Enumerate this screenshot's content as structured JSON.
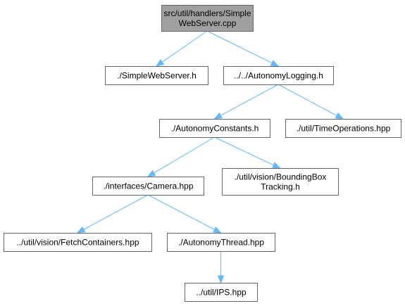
{
  "diagram": {
    "nodes": [
      {
        "id": "root",
        "lines": [
          "src/util/handlers/Simple",
          "WebServer.cpp"
        ],
        "highlight": true
      },
      {
        "id": "simplewebserver_h",
        "lines": [
          "./SimpleWebServer.h"
        ],
        "highlight": false
      },
      {
        "id": "autonomylogging_h",
        "lines": [
          "../../AutonomyLogging.h"
        ],
        "highlight": false
      },
      {
        "id": "autonomyconstants_h",
        "lines": [
          "./AutonomyConstants.h"
        ],
        "highlight": false
      },
      {
        "id": "timeoperations_hpp",
        "lines": [
          "./util/TimeOperations.hpp"
        ],
        "highlight": false
      },
      {
        "id": "camera_hpp",
        "lines": [
          "./interfaces/Camera.hpp"
        ],
        "highlight": false
      },
      {
        "id": "boundingboxtracking_h",
        "lines": [
          "./util/vision/BoundingBox",
          "Tracking.h"
        ],
        "highlight": false
      },
      {
        "id": "fetchcontainers_hpp",
        "lines": [
          "../util/vision/FetchContainers.hpp"
        ],
        "highlight": false
      },
      {
        "id": "autonomythread_hpp",
        "lines": [
          "./AutonomyThread.hpp"
        ],
        "highlight": false
      },
      {
        "id": "ips_hpp",
        "lines": [
          "../util/IPS.hpp"
        ],
        "highlight": false
      }
    ],
    "edges": [
      {
        "from": "root",
        "to": "simplewebserver_h"
      },
      {
        "from": "root",
        "to": "autonomylogging_h"
      },
      {
        "from": "autonomylogging_h",
        "to": "autonomyconstants_h"
      },
      {
        "from": "autonomylogging_h",
        "to": "timeoperations_hpp"
      },
      {
        "from": "autonomyconstants_h",
        "to": "camera_hpp"
      },
      {
        "from": "autonomyconstants_h",
        "to": "boundingboxtracking_h"
      },
      {
        "from": "camera_hpp",
        "to": "fetchcontainers_hpp"
      },
      {
        "from": "camera_hpp",
        "to": "autonomythread_hpp"
      },
      {
        "from": "autonomythread_hpp",
        "to": "ips_hpp"
      }
    ],
    "colors": {
      "edge": "#63b8ff",
      "root_fill": "#a0a0a0",
      "node_fill": "#ffffff",
      "node_border": "#666666"
    }
  }
}
